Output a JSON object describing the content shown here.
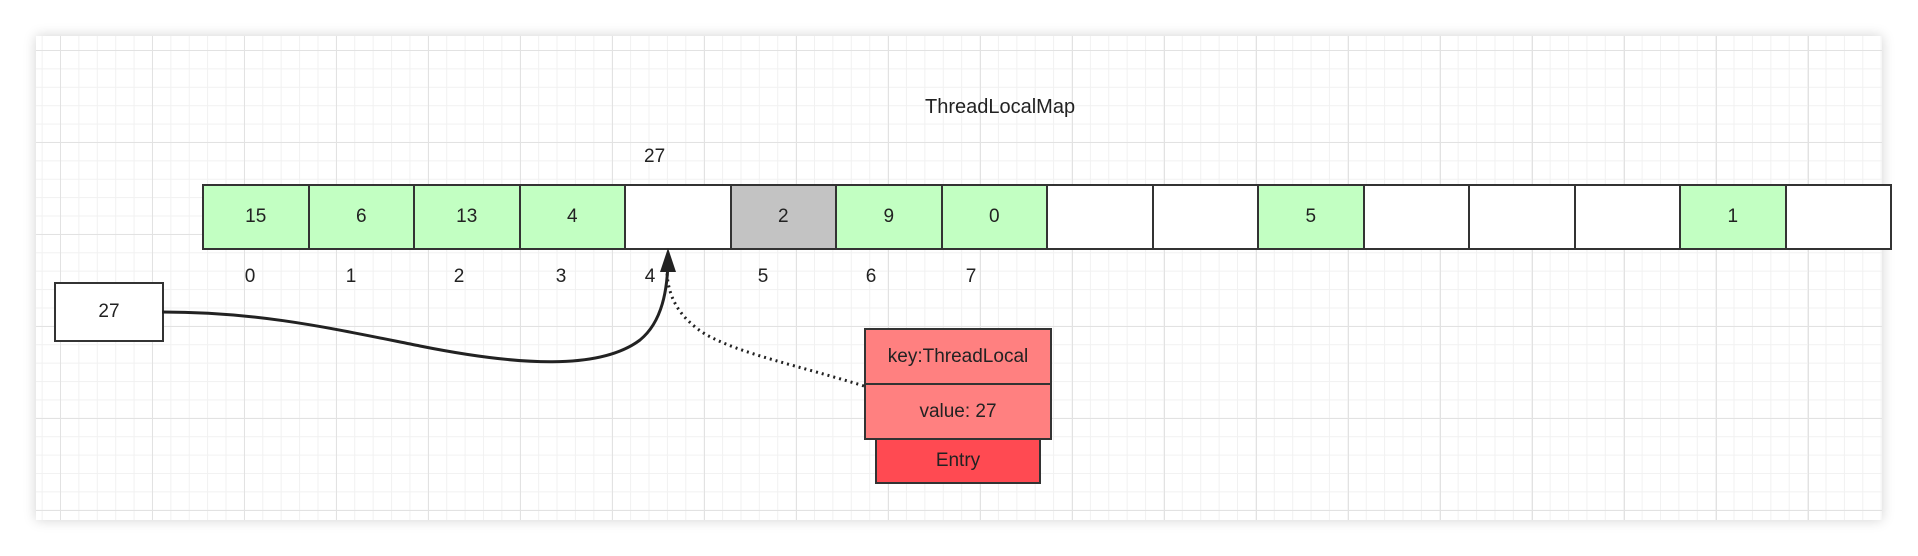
{
  "diagram": {
    "title": "ThreadLocalMap",
    "insert_key": "27",
    "array": {
      "cells": [
        {
          "value": "15",
          "state": "filled"
        },
        {
          "value": "6",
          "state": "filled"
        },
        {
          "value": "13",
          "state": "filled"
        },
        {
          "value": "4",
          "state": "filled"
        },
        {
          "value": "",
          "state": "empty"
        },
        {
          "value": "2",
          "state": "stale"
        },
        {
          "value": "9",
          "state": "filled"
        },
        {
          "value": "0",
          "state": "filled"
        },
        {
          "value": "",
          "state": "empty"
        },
        {
          "value": "",
          "state": "empty"
        },
        {
          "value": "5",
          "state": "filled"
        },
        {
          "value": "",
          "state": "empty"
        },
        {
          "value": "",
          "state": "empty"
        },
        {
          "value": "",
          "state": "empty"
        },
        {
          "value": "1",
          "state": "filled"
        },
        {
          "value": "",
          "state": "empty"
        }
      ],
      "indices": [
        "0",
        "1",
        "2",
        "3",
        "4",
        "5",
        "6",
        "7"
      ]
    },
    "new_value": "27",
    "entry": {
      "key": "key:ThreadLocal",
      "value": "value: 27",
      "label": "Entry"
    },
    "colors": {
      "filled": "#c2ffc2",
      "stale": "#c3c3c3",
      "empty": "#ffffff",
      "entry_body": "#ff8080",
      "entry_tag": "#ff4a52"
    }
  }
}
